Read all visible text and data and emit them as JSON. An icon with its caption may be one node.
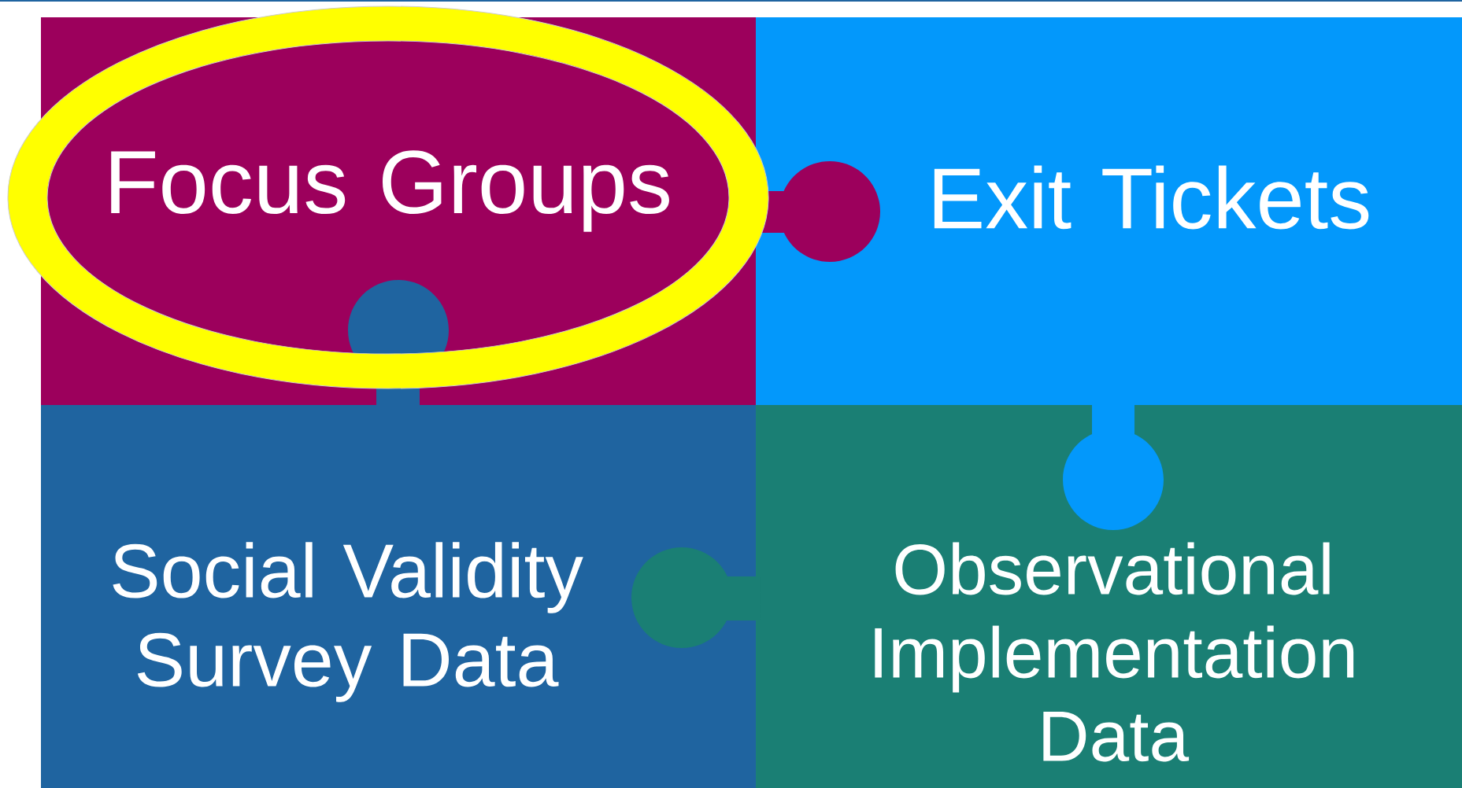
{
  "diagram": {
    "nodes": [
      {
        "text": [
          "Focus Groups"
        ]
      },
      {
        "text": [
          "Exit Tickets"
        ]
      },
      {
        "text": [
          "Social Validity Survey Data"
        ]
      },
      {
        "text": [
          "Observational Implementation Data"
        ]
      }
    ]
  }
}
